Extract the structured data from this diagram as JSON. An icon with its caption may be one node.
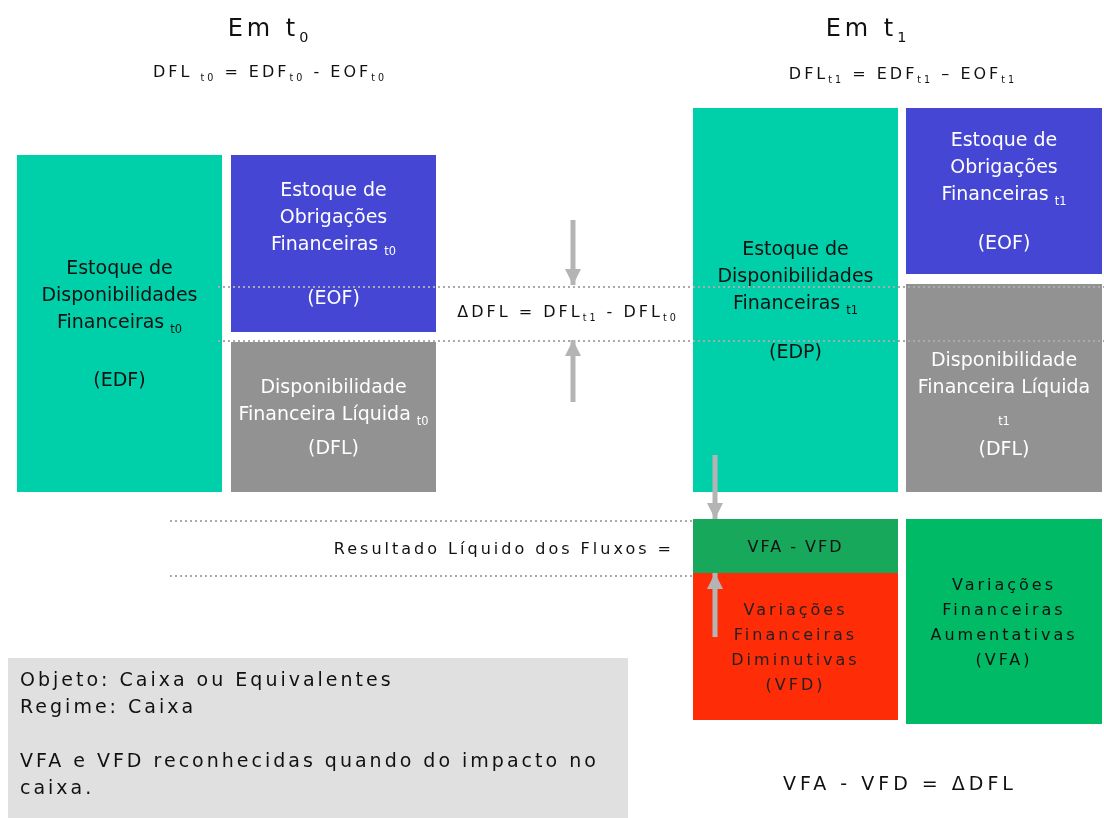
{
  "diagram": {
    "nodes": [
      {
        "text": [
          "Estoque de Disponibilidades Financeiras $_{t0}$",
          "(EDF)"
        ]
      },
      {
        "text": [
          "Estoque de Obrigações Financeiras $_{t0}$",
          "(EOF)"
        ]
      },
      {
        "text": [
          "Disponibilidade Financeira Líquida $_{t0}$",
          "(DFL)"
        ]
      },
      {
        "text": [
          "Estoque de Disponibilidades Financeiras $_{t1}$",
          "(EDP)"
        ]
      },
      {
        "text": [
          "Estoque de Obrigações Financeiras $_{t1}$",
          "(EOF)"
        ]
      },
      {
        "text": [
          "Disponibilidade Financeira Líquida $_{t1}$",
          "(DFL)"
        ]
      },
      {
        "text": [
          "VFA - VFD"
        ]
      },
      {
        "text": [
          "Variações Financeiras Diminutivas (VFD)"
        ]
      },
      {
        "text": [
          "Variações Financeiras Aumentativas (VFA)"
        ]
      },
      {
        "text": [
          "Objeto: Caixa ou Equivalentes",
          "Regime: Caixa",
          "VFA e VFD reconhecidas quando do impacto no caixa."
        ]
      }
    ],
    "edges": [
      {
        "from": 3,
        "to": 6,
        "arrow": "to"
      },
      {
        "from": 7,
        "to": 6,
        "arrow": "to"
      }
    ],
    "labels": [
      "Em t$_{0}$",
      "DFL $_{t0}$ = EDF$_{t0}$ - EOF$_{t0}$",
      "Em t$_{1}$",
      "DFL$_{t1}$ = EDF$_{t1}$ – EOF$_{t1}$",
      "ΔDFL = DFL$_{t1}$ - DFL$_{t0}$",
      "Resultado Líquido dos Fluxos =",
      "VFA - VFD = ΔDFL"
    ]
  }
}
